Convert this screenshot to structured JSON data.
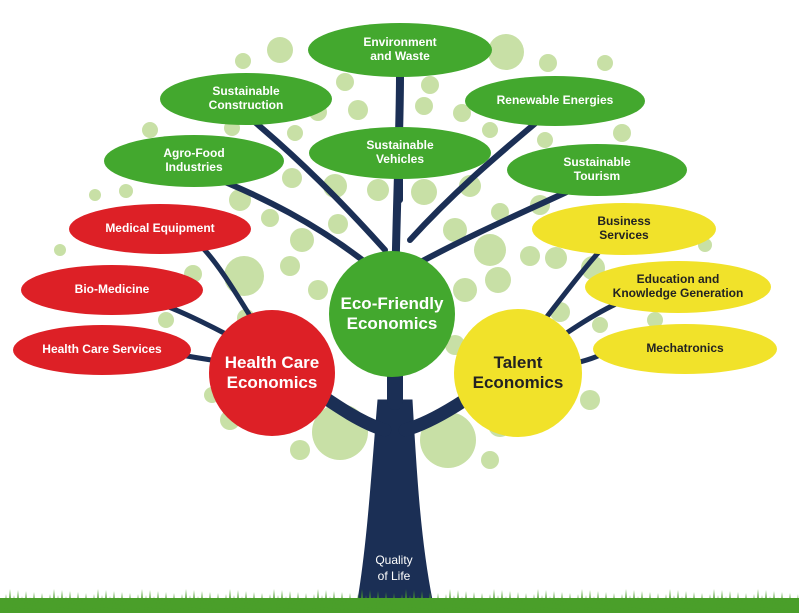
{
  "colors": {
    "green": "#43a82e",
    "red": "#dd2026",
    "yellow": "#f1e22a",
    "bubble": "#c8e0a6",
    "branch": "#1b2f55",
    "grass": "#4a9f2a"
  },
  "hubs": {
    "eco": "Eco-Friendly\nEconomics",
    "health": "Health Care\nEconomics",
    "talent": "Talent\nEconomics"
  },
  "leaves": {
    "environment": "Environment\nand Waste",
    "construction": "Sustainable\nConstruction",
    "renewable": "Renewable Energies",
    "agrofood": "Agro-Food\nIndustries",
    "vehicles": "Sustainable\nVehicles",
    "tourism": "Sustainable\nTourism",
    "medical": "Medical Equipment",
    "biomedicine": "Bio-Medicine",
    "healthcare_services": "Health Care Services",
    "business": "Business\nServices",
    "education": "Education and\nKnowledge Generation",
    "mechatronics": "Mechatronics"
  },
  "trunk": {
    "label": "Quality\nof Life"
  }
}
